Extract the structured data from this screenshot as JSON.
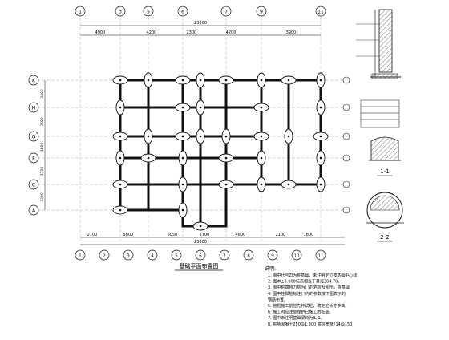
{
  "drawing": {
    "top_axes": [
      "1",
      "3",
      "5",
      "6",
      "7",
      "9",
      "11"
    ],
    "bottom_axes": [
      "1",
      "2",
      "3",
      "4",
      "5",
      "6",
      "7",
      "8",
      "9",
      "10",
      "11"
    ],
    "left_axes": [
      "K",
      "H",
      "G",
      "E",
      "C",
      "A"
    ],
    "top_dims": [
      "4900",
      "4200",
      "2300",
      "4200",
      "3900"
    ],
    "top_total": "23600",
    "bottom_dims": [
      "2100",
      "5800",
      "5050",
      "2700",
      "4800",
      "2100",
      "1800"
    ],
    "bottom_total": "23600",
    "left_dims": [
      "3400",
      "3500",
      "1800",
      "3700",
      "3300"
    ],
    "plan_title": "基础平面布置图",
    "section_1_title": "1-1",
    "section_2_title": "2-2",
    "notes_heading": "说明:",
    "notes": [
      "1. 图中代号ZJ为桩基础，未注明定位按基础中心线",
      "2. 图中±0.000标高相当于黄海304.70。",
      "3. 图中桩端持力层为( )的岩层及图示，桩基础",
      "4. 图中柱脚桩标注( )内的参数按下图表示的",
      "   钢筋布置。",
      "5. 管桩施工前应先作试桩，确定桩长等参数。",
      "6. 施工时应注意保护已施工的桩基。",
      "7. 图中未注明基础梁均为JL-1。",
      "8. 桩身混凝土250@1,800 底层宽度?14@150"
    ]
  }
}
